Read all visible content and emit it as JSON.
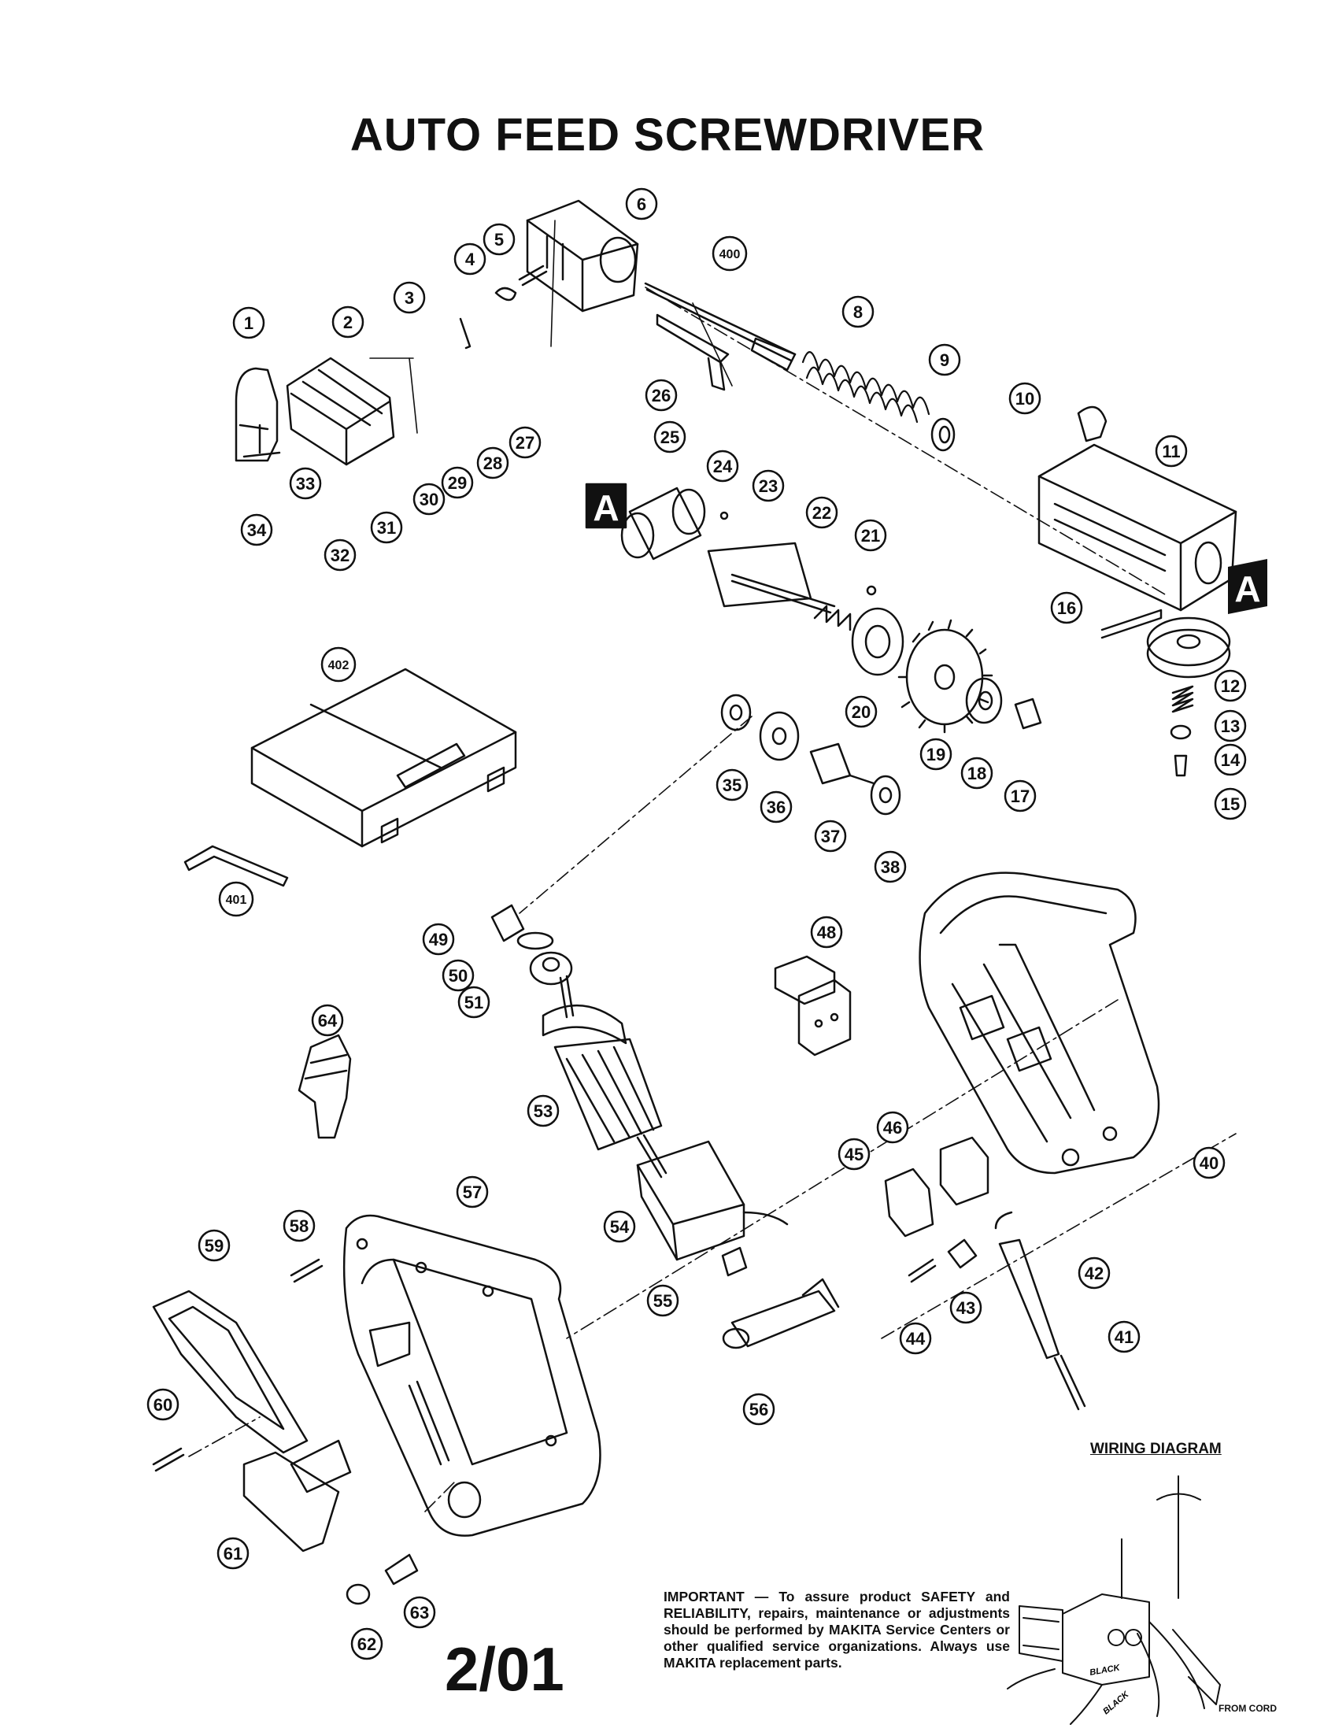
{
  "title": "AUTO FEED SCREWDRIVER",
  "page_code": "2/01",
  "section_marker": "A",
  "wiring_diagram": {
    "title": "WIRING DIAGRAM",
    "from_cord": "FROM CORD",
    "wire_black_1": "BLACK",
    "wire_black_2": "BLACK"
  },
  "important_note": "IMPORTANT — To assure product SAFETY and RELIABILITY, repairs, maintenance or adjustments should be performed by MAKITA Service Centers or other qualified service organizations. Always use MAKITA replacement parts.",
  "callouts": [
    "1",
    "2",
    "3",
    "4",
    "5",
    "6",
    "400",
    "8",
    "9",
    "10",
    "11",
    "12",
    "13",
    "14",
    "15",
    "16",
    "17",
    "18",
    "19",
    "20",
    "21",
    "22",
    "23",
    "24",
    "25",
    "26",
    "27",
    "28",
    "29",
    "30",
    "31",
    "32",
    "33",
    "34",
    "35",
    "36",
    "37",
    "38",
    "40",
    "41",
    "42",
    "43",
    "44",
    "45",
    "46",
    "48",
    "49",
    "50",
    "51",
    "53",
    "54",
    "55",
    "56",
    "57",
    "58",
    "59",
    "60",
    "61",
    "62",
    "63",
    "64",
    "401",
    "402"
  ]
}
